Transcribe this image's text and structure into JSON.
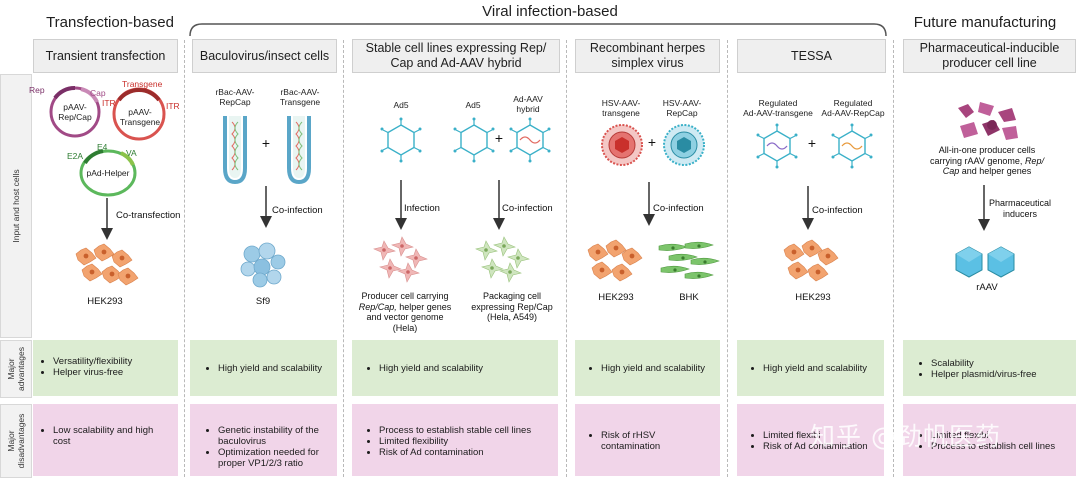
{
  "groups": {
    "transfection": "Transfection-based",
    "viral": "Viral infection-based",
    "future": "Future manufacturing"
  },
  "columns": [
    {
      "title": "Transient transfection"
    },
    {
      "title": "Baculovirus/insect cells"
    },
    {
      "title": "Stable cell lines expressing Rep/ Cap and Ad-AAV hybrid"
    },
    {
      "title": "Recombinant herpes simplex virus"
    },
    {
      "title": "TESSA"
    },
    {
      "title": "Pharmaceutical-inducible producer cell line"
    }
  ],
  "row_labels": {
    "input": "Input and host cells",
    "advantages": "Major advantages",
    "disadvantages": "Major disadvantages"
  },
  "col1": {
    "plasmid1": "pAAV-\nRep/Cap",
    "rep": "Rep",
    "cap": "Cap",
    "transgene": "Transgene",
    "itr_left": "ITR",
    "itr_right": "ITR",
    "plasmid2": "pAAV-\nTransgene",
    "e4": "E4",
    "e2a": "E2A",
    "va": "VA",
    "plasmid3": "pAd-Helper",
    "arrow": "Co-transfection",
    "cells": "HEK293",
    "advantages": [
      "Versatility/flexibility",
      "Helper virus-free"
    ],
    "disadvantages": [
      "Low scalability and high cost"
    ]
  },
  "col2": {
    "virus1": "rBac-AAV-\nRepCap",
    "virus2": "rBac-AAV-\nTransgene",
    "plus": "+",
    "arrow": "Co-infection",
    "cells": "Sf9",
    "advantages": [
      "High yield and  scalability"
    ],
    "disadvantages": [
      "Genetic instability of the baculovirus",
      "Optimization needed for proper VP1/2/3 ratio"
    ]
  },
  "col3": {
    "virus1": "Ad5",
    "virus2": "Ad5",
    "virus3": "Ad-AAV\nhybrid",
    "plus": "+",
    "arrow1": "Infection",
    "arrow2": "Co-infection",
    "cells1_a": "Producer cell carrying",
    "cells1_b": "Rep/Cap,",
    "cells1_c": "helper genes",
    "cells1_d": "and vector genome",
    "cells1_e": "(Hela)",
    "cells2": "Packaging cell\nexpressing Rep/Cap\n(Hela, A549)",
    "advantages": [
      "High yield and  scalability"
    ],
    "disadvantages": [
      "Process to establish stable cell lines",
      "Limited flexibility",
      "Risk of Ad contamination"
    ]
  },
  "col4": {
    "virus1": "HSV-AAV-\ntransgene",
    "virus2": "HSV-AAV-\nRepCap",
    "plus": "+",
    "arrow": "Co-infection",
    "cells1": "HEK293",
    "cells2": "BHK",
    "advantages": [
      "High yield and  scalability"
    ],
    "disadvantages": [
      "Risk of rHSV contamination"
    ]
  },
  "col5": {
    "virus1": "Regulated\nAd-AAV-transgene",
    "virus2": "Regulated\nAd-AAV-RepCap",
    "plus": "+",
    "arrow": "Co-infection",
    "cells": "HEK293",
    "advantages": [
      "High yield and  scalability"
    ],
    "disadvantages": [
      "Limited flexibi",
      "Risk of Ad contamination"
    ]
  },
  "col6": {
    "cells_a": "All-in-one producer cells",
    "cells_b": "carrying rAAV genome,",
    "cells_c": "Rep/",
    "cells_d": "Cap",
    "cells_e": "and helper genes",
    "arrow": "Pharmaceutical\ninducers",
    "product": "rAAV",
    "advantages": [
      "Scalability",
      "Helper plasmid/virus-free"
    ],
    "disadvantages": [
      "Limited flexibi",
      "Process to establish cell lines"
    ]
  },
  "watermark": "知乎 @劲帆医药",
  "colors": {
    "advantage_bg": "#dcecd2",
    "disadvantage_bg": "#f1d5e9",
    "header_bg": "#efefef",
    "cell_orange": "#f0a070",
    "capsid_teal": "#3ab0c8",
    "hsv_red": "#d9534f",
    "insect_blue": "#8ec3e0",
    "producer_purple": "#a8457e"
  }
}
